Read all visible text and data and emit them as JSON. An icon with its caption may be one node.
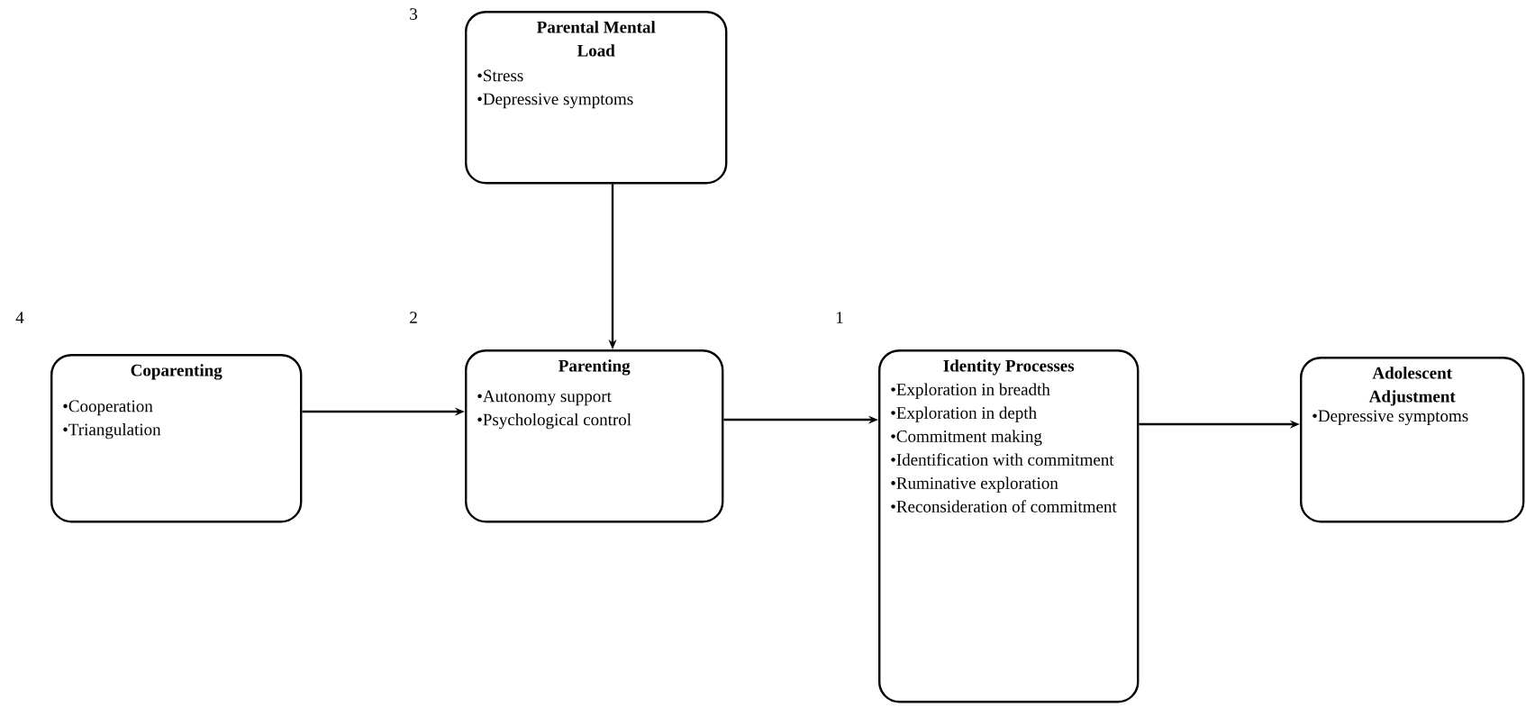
{
  "diagram": {
    "nodes": [
      {
        "text": [
          "Parental Mental Load",
          "•Stress",
          "•Depressive symptoms"
        ]
      },
      {
        "text": [
          "Coparenting",
          "•Cooperation",
          "•Triangulation"
        ]
      },
      {
        "text": [
          "Parenting",
          "•Autonomy support",
          "•Psychological control"
        ]
      },
      {
        "text": [
          "Identity Processes",
          "•Exploration in breadth",
          "•Exploration in depth",
          "•Commitment making",
          "•Identification with commitment",
          "•Ruminative exploration",
          "•Reconsideration of commitment"
        ]
      },
      {
        "text": [
          "Adolescent Adjustment",
          "•Depressive symptoms"
        ]
      }
    ],
    "edges": [
      {
        "from": 0,
        "to": 2,
        "arrow": "to"
      },
      {
        "from": 1,
        "to": 2,
        "arrow": "to"
      },
      {
        "from": 2,
        "to": 3,
        "arrow": "to"
      },
      {
        "from": 3,
        "to": 4,
        "arrow": "to"
      }
    ],
    "labels": [
      "3",
      "4",
      "2",
      "1"
    ]
  }
}
